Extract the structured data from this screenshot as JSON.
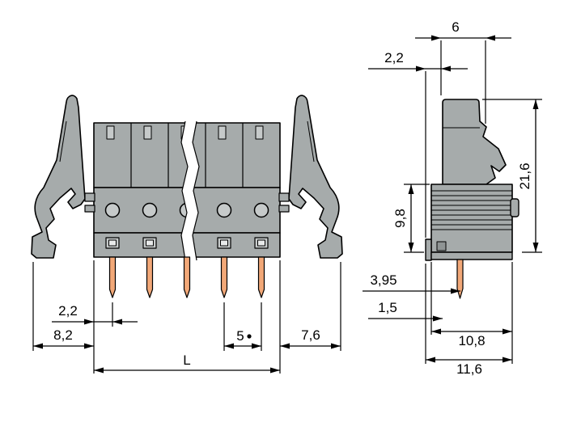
{
  "drawing": {
    "type": "technical-dimension-drawing",
    "subject": "pcb-connector-with-locking-levers",
    "colors": {
      "body_gray": "#a6abab",
      "detail_gray": "#c6caca",
      "dark_gray": "#8f9494",
      "pin_copper": "#f2a878",
      "line": "#000000",
      "background": "#ffffff"
    },
    "front_view": {
      "dim_flange_to_pin": "2,2",
      "dim_left_edge": "8,2",
      "dim_pitch": "5",
      "dim_right_edge": "7,6",
      "dim_total_length": "L"
    },
    "side_view": {
      "dim_top_offset": "2,2",
      "dim_top_width": "6",
      "dim_total_height": "21,6",
      "dim_body_height": "9,8",
      "dim_pin_position": "3,95",
      "dim_pin_offset": "1,5",
      "dim_body_width": "10,8",
      "dim_total_width": "11,6"
    }
  }
}
